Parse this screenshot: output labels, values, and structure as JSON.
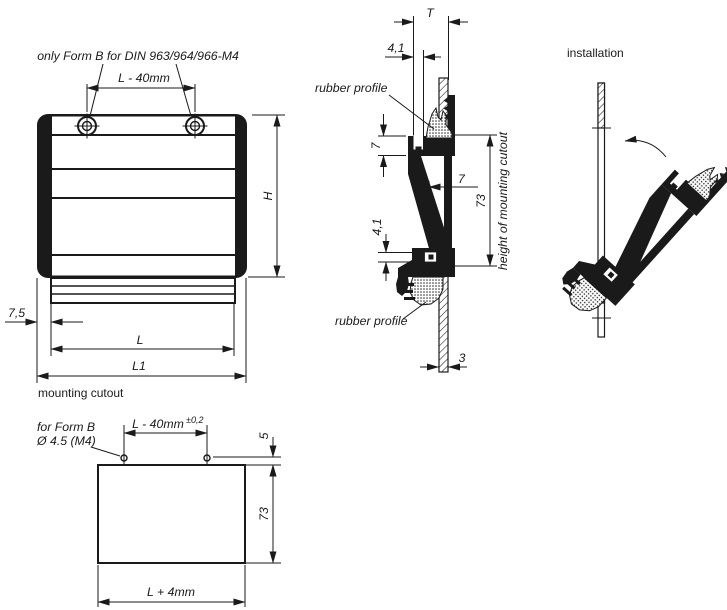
{
  "colors": {
    "line": "#1a1a1a",
    "background": "#ffffff"
  },
  "front_view": {
    "note": "only Form B for DIN 963/964/966-M4",
    "dim_screw_spacing": "L - 40mm",
    "dim_height": "H",
    "dim_edge_offset": "7,5",
    "dim_length": "L",
    "dim_total_length": "L1"
  },
  "section_view": {
    "dim_depth": "T",
    "dim_slot_top": "4,1",
    "rubber_label_top": "rubber profile",
    "dim_flange_height": "7",
    "dim_tray_width": "7",
    "dim_cutout_height": "73",
    "cutout_height_label": "height of mounting cutout",
    "dim_slot_bottom": "4,1",
    "rubber_label_bottom": "rubber profile",
    "dim_panel_thickness": "3"
  },
  "installation_view": {
    "title": "installation"
  },
  "cutout_view": {
    "title": "mounting cutout",
    "note_line1": "for Form B",
    "note_line2": "Ø 4.5 (M4)",
    "dim_hole_spacing": "L - 40mm",
    "dim_hole_spacing_tol": "±0,2",
    "dim_top_offset": "5",
    "dim_cutout_height": "73",
    "dim_cutout_width": "L + 4mm"
  }
}
